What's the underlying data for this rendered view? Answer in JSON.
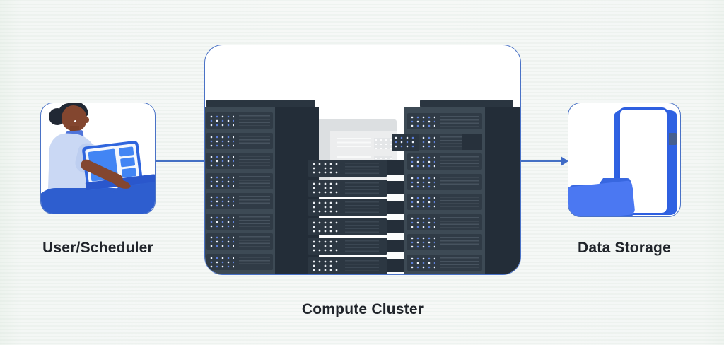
{
  "diagram": {
    "nodes": [
      {
        "id": "user-scheduler",
        "label": "User/Scheduler",
        "illustration": "person-with-laptop"
      },
      {
        "id": "compute-cluster",
        "label": "Compute Cluster",
        "illustration": "server-rack-cluster"
      },
      {
        "id": "data-storage",
        "label": "Data Storage",
        "illustration": "folder-and-storage-server"
      }
    ],
    "connections": [
      {
        "from": "user-scheduler",
        "to": "compute-cluster",
        "style": "line"
      },
      {
        "from": "compute-cluster",
        "to": "data-storage",
        "style": "arrow"
      }
    ],
    "colors": {
      "accent_blue": "#4470c4",
      "box_border": "#4a72c6",
      "label_text": "#20242a",
      "background": "#f5f8f6",
      "rack_side_dark": "#232d38",
      "rack_face": "#3d4a55",
      "bright_blue": "#2f62e2",
      "folder_blue": "#4b78f2"
    }
  }
}
